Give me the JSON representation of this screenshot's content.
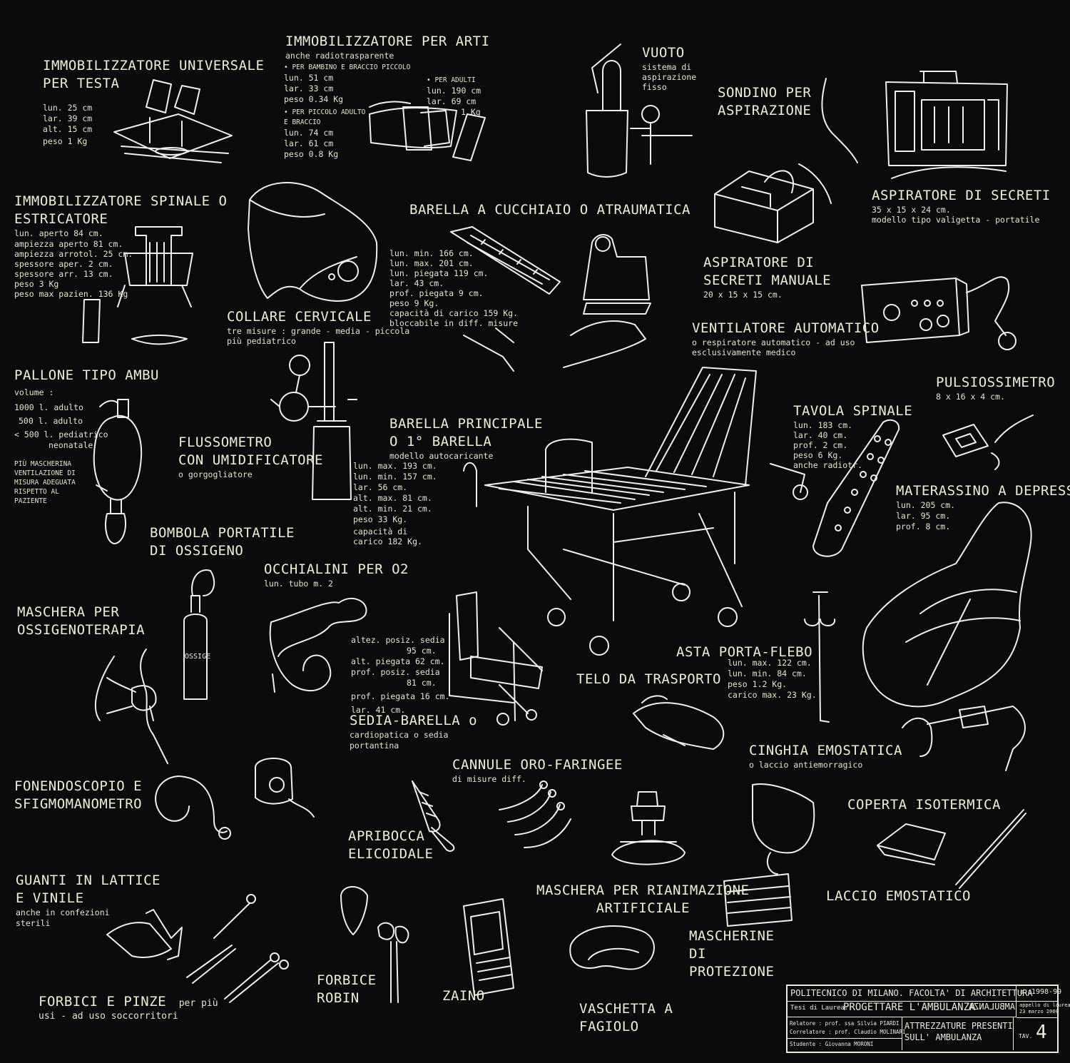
{
  "board_bg": "#0b0b0d",
  "ink_color": "#eef1ea",
  "label_color": "#e6f0cf",
  "labels": {
    "immob_testa": {
      "title": [
        "IMMOBILIZZATORE UNIVERSALE",
        "PER TESTA"
      ],
      "specs": [
        "lun. 25 cm",
        "lar. 39 cm",
        "alt. 15 cm",
        "peso 1 Kg"
      ]
    },
    "immob_arti": {
      "title": "IMMOBILIZZATORE PER ARTI",
      "subtitle": "anche radiotrasparente",
      "bambino_head": "• PER BAMBINO E BRACCIO PICCOLO",
      "bambino": [
        "lun. 51 cm",
        "lar. 33 cm",
        "peso 0.34 Kg"
      ],
      "piccolo_head": [
        "• PER PICCOLO ADULTO",
        "E BRACCIO"
      ],
      "piccolo": [
        "lun. 74 cm",
        "lar. 61 cm",
        "peso 0.8 Kg"
      ],
      "adulti_head": "• PER ADULTI",
      "adulti": [
        "lun. 190 cm",
        "lar. 69 cm",
        "1 Kg"
      ]
    },
    "vuoto": {
      "title": "VUOTO",
      "specs": [
        "sistema di",
        "aspirazione",
        "fisso"
      ]
    },
    "sondino": {
      "title": [
        "SONDINO PER",
        "ASPIRAZIONE"
      ]
    },
    "aspiratore": {
      "title": "ASPIRATORE DI SECRETI",
      "specs": [
        "35 x 15 x 24 cm.",
        "modello tipo valigetta - portatile"
      ]
    },
    "spinale": {
      "title": [
        "IMMOBILIZZATORE SPINALE O",
        "ESTRICATORE"
      ],
      "specs": [
        "lun. aperto 84 cm.",
        "ampiezza aperto 81 cm.",
        "ampiezza arrotol. 25 cm.",
        "spessore aper. 2 cm.",
        "spessore arr. 13 cm.",
        "peso 3 Kg",
        "peso max pazien. 136 Kg"
      ]
    },
    "cucchiaio": {
      "title": "BARELLA A CUCCHIAIO O ATRAUMATICA",
      "specs": [
        "lun. min. 166 cm.",
        "lun. max. 201 cm.",
        "lun. piegata 119 cm.",
        "lar. 43 cm.",
        "prof. piegata 9 cm.",
        "peso 9 Kg.",
        "capacità di carico 159 Kg.",
        "bloccabile in diff. misure"
      ]
    },
    "aspiratore_manuale": {
      "title": [
        "ASPIRATORE DI",
        "SECRETI MANUALE"
      ],
      "specs": [
        "20 x 15 x 15 cm."
      ]
    },
    "collare": {
      "title": "COLLARE CERVICALE",
      "specs": [
        "tre misure : grande - media - piccola",
        "più pediatrico"
      ]
    },
    "ventilatore": {
      "title": "VENTILATORE AUTOMATICO",
      "specs": [
        "o respiratore automatico - ad uso",
        "esclusivamente medico"
      ]
    },
    "ambu": {
      "title": "PALLONE TIPO AMBU",
      "specs": [
        "volume :",
        "1000 l. adulto",
        "500 l. adulto",
        "< 500 l. pediatrico",
        "neonatale"
      ],
      "note": [
        "PIÙ MASCHERINA",
        "VENTILAZIONE DI",
        "MISURA ADEGUATA",
        "RISPETTO AL",
        "PAZIENTE"
      ]
    },
    "pulsiossimetro": {
      "title": "PULSIOSSIMETRO",
      "specs": [
        "8 x 16 x 4 cm."
      ]
    },
    "flussometro": {
      "title": [
        "FLUSSOMETRO",
        "CON UMIDIFICATORE"
      ],
      "specs": [
        "o gorgogliatore"
      ]
    },
    "barella_principale": {
      "title": [
        "BARELLA PRINCIPALE",
        "O 1° BARELLA"
      ],
      "specs": [
        "modello autocaricante"
      ],
      "dims": [
        "lun. max. 193 cm.",
        "lun. min. 157 cm.",
        "lar. 56 cm.",
        "alt. max. 81 cm.",
        "alt. min. 21 cm.",
        "peso 33 Kg."
      ],
      "carico": [
        "capacità di",
        "carico 182 Kg."
      ]
    },
    "tavola": {
      "title": "TAVOLA SPINALE",
      "specs": [
        "lun. 183 cm.",
        "lar. 40 cm.",
        "prof. 2 cm.",
        "peso 6 Kg.",
        "anche radiotr."
      ]
    },
    "materassino": {
      "title": "MATERASSINO A DEPRESSIONE",
      "specs": [
        "lun. 205 cm.",
        "lar. 95 cm.",
        "prof. 8 cm."
      ]
    },
    "bombola": {
      "title": [
        "BOMBOLA PORTATILE",
        "DI OSSIGENO"
      ],
      "tank_text": "OSSIGE"
    },
    "occhialini": {
      "title": "OCCHIALINI PER O2",
      "specs": [
        "lun. tubo m. 2"
      ]
    },
    "maschera_o2": {
      "title": [
        "MASCHERA PER",
        "OSSIGENOTERAPIA"
      ]
    },
    "sedia": {
      "specs": [
        "altez. posiz. sedia",
        "95 cm.",
        "alt. piegata 62 cm.",
        "prof. posiz. sedia",
        "81 cm.",
        "prof. piegata 16 cm.",
        "lar. 41 cm."
      ],
      "title": "SEDIA-BARELLA o",
      "sub": [
        "cardiopatica o sedia",
        "portantina"
      ]
    },
    "asta": {
      "title": "ASTA PORTA-FLEBO",
      "specs": [
        "lun. max. 122 cm.",
        "lun. min. 84 cm.",
        "peso 1.2 Kg.",
        "carico max. 23 Kg."
      ]
    },
    "telo": {
      "title": "TELO DA TRASPORTO"
    },
    "cinghia": {
      "title": "CINGHIA EMOSTATICA",
      "specs": [
        "o laccio antiemorragico"
      ]
    },
    "fonendo": {
      "title": [
        "FONENDOSCOPIO E",
        "SFIGMOMANOMETRO"
      ]
    },
    "cannule": {
      "title": "CANNULE ORO-FARINGEE",
      "specs": [
        "di misure diff."
      ]
    },
    "coperta": {
      "title": "COPERTA ISOTERMICA"
    },
    "apribocca": {
      "title": [
        "APRIBOCCA",
        "ELICOIDALE"
      ]
    },
    "guanti": {
      "title": [
        "GUANTI IN LATTICE",
        "E VINILE"
      ],
      "specs": [
        "anche in confezioni",
        "sterili"
      ]
    },
    "rianimazione": {
      "title": [
        "MASCHERA PER RIANIMAZIONE",
        "ARTIFICIALE"
      ]
    },
    "laccio": {
      "title": "LACCIO EMOSTATICO"
    },
    "mascherine": {
      "title": [
        "MASCHERINE",
        "DI",
        "PROTEZIONE"
      ]
    },
    "forbice_robin": {
      "title": [
        "FORBICE",
        "ROBIN"
      ]
    },
    "zaino": {
      "title": "ZAINO"
    },
    "forbici_pinze": {
      "title": "FORBICI E PINZE",
      "specs": [
        "per più",
        "usi - ad uso soccorritori"
      ]
    },
    "vaschetta": {
      "title": [
        "VASCHETTA A",
        "FAGIOLO"
      ]
    }
  },
  "title_block": {
    "university": "POLITECNICO DI MILANO. FACOLTA' DI ARCHITETTURA",
    "aa_label": "a.a.",
    "aa_value": "1998-99",
    "tesi_label": "Tesi di Laurea:",
    "tesi_title": "PROGETTARE L'AMBULANZA",
    "tesi_mirror": "AMBULANZA",
    "appello": [
      "appello di laurea",
      "23 marzo 2000"
    ],
    "relatore": "Relatore : prof. ssa Silvia PIARDI",
    "correlatore": "Correlatore : prof. Claudio MOLINARI",
    "studente": "Studente : Giovanna MORONI",
    "subject": [
      "ATTREZZATURE PRESENTI",
      "SULL' AMBULANZA"
    ],
    "tav_label": "TAV.",
    "tav_number": "4"
  }
}
